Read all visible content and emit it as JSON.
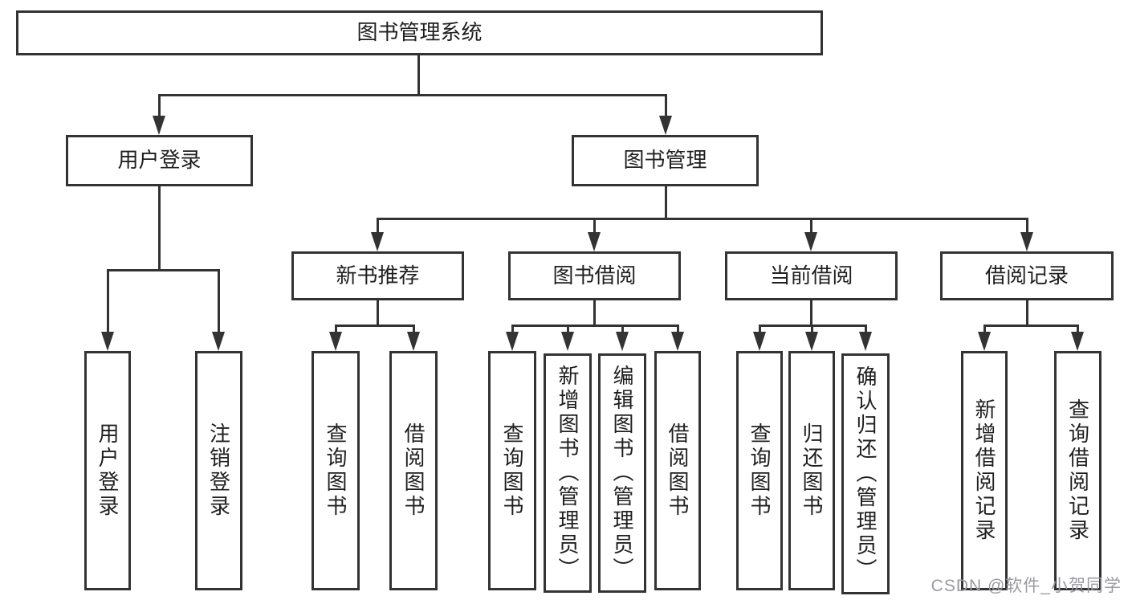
{
  "tree": {
    "label": "图书管理系统",
    "children": [
      {
        "label": "用户登录",
        "children": [
          {
            "label": "用户登录"
          },
          {
            "label": "注销登录"
          }
        ]
      },
      {
        "label": "图书管理",
        "children": [
          {
            "label": "新书推荐",
            "children": [
              {
                "label": "查询图书"
              },
              {
                "label": "借阅图书"
              }
            ]
          },
          {
            "label": "图书借阅",
            "children": [
              {
                "label": "查询图书"
              },
              {
                "label": "新增图书（管理员）"
              },
              {
                "label": "编辑图书（管理员）"
              },
              {
                "label": "借阅图书"
              }
            ]
          },
          {
            "label": "当前借阅",
            "children": [
              {
                "label": "查询图书"
              },
              {
                "label": "归还图书"
              },
              {
                "label": "确认归还（管理员）"
              }
            ]
          },
          {
            "label": "借阅记录",
            "children": [
              {
                "label": "新增借阅记录"
              },
              {
                "label": "查询借阅记录"
              }
            ]
          }
        ]
      }
    ]
  },
  "watermark": "CSDN @软件_小贺同学",
  "colors": {
    "line": "#333333",
    "text": "#1f1f1f",
    "background": "#ffffff",
    "watermark": "#9a9aa2"
  }
}
